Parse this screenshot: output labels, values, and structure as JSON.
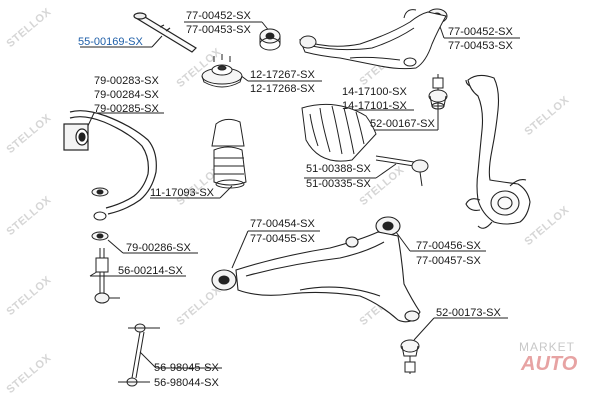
{
  "watermark": {
    "text": "STELLOX",
    "color": "#d6d6d6"
  },
  "logo": {
    "line1": "MARKET",
    "line2": "AUTO",
    "color": "#e48f8f"
  },
  "accent": "#1f5fa8",
  "labels": {
    "p_55_00169": "55-00169-SX",
    "p_77_00452_a": "77-00452-SX",
    "p_77_00453_a": "77-00453-SX",
    "p_77_00452_b": "77-00452-SX",
    "p_77_00453_b": "77-00453-SX",
    "p_12_17267": "12-17267-SX",
    "p_12_17268": "12-17268-SX",
    "p_79_00283": "79-00283-SX",
    "p_79_00284": "79-00284-SX",
    "p_79_00285": "79-00285-SX",
    "p_14_17100": "14-17100-SX",
    "p_14_17101": "14-17101-SX",
    "p_52_00167": "52-00167-SX",
    "p_51_00388": "51-00388-SX",
    "p_51_00335": "51-00335-SX",
    "p_11_17093": "11-17093-SX",
    "p_77_00454": "77-00454-SX",
    "p_77_00455": "77-00455-SX",
    "p_79_00286": "79-00286-SX",
    "p_77_00456": "77-00456-SX",
    "p_77_00457": "77-00457-SX",
    "p_56_00214": "56-00214-SX",
    "p_52_00173": "52-00173-SX",
    "p_56_98045": "56-98045-SX",
    "p_56_98044": "56-98044-SX"
  }
}
